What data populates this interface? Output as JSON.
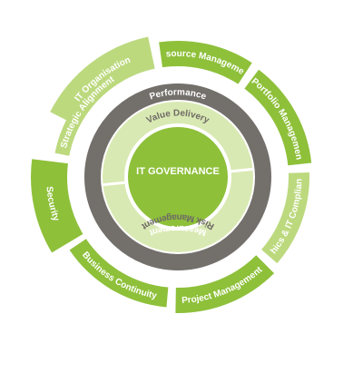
{
  "center": {
    "label": "IT GOVERNANCE"
  },
  "inner_ring": {
    "top_label": "Value Delivery",
    "bottom_label": "Risk Management"
  },
  "outer_ring": {
    "top_label": "Performance",
    "bottom_label": "Measurement"
  },
  "segments": [
    {
      "label": "IT Organisation",
      "shade": "light"
    },
    {
      "label": "Resource Management",
      "shade": "dark"
    },
    {
      "label": "Portfolio Management",
      "shade": "dark"
    },
    {
      "label": "Ethics & IT Compliance",
      "shade": "light"
    },
    {
      "label": "Project Management",
      "shade": "dark"
    },
    {
      "label": "Business Continuity",
      "shade": "dark"
    },
    {
      "label": "Security",
      "shade": "dark"
    },
    {
      "label": "Strategic Alignment",
      "shade": "light"
    }
  ],
  "colors": {
    "segment_dark": "#8ec03a",
    "segment_light": "#bcd97e",
    "ring_gray": "#736f6b",
    "inner_band": "#d9e9b3",
    "core": "#8ec03a"
  }
}
